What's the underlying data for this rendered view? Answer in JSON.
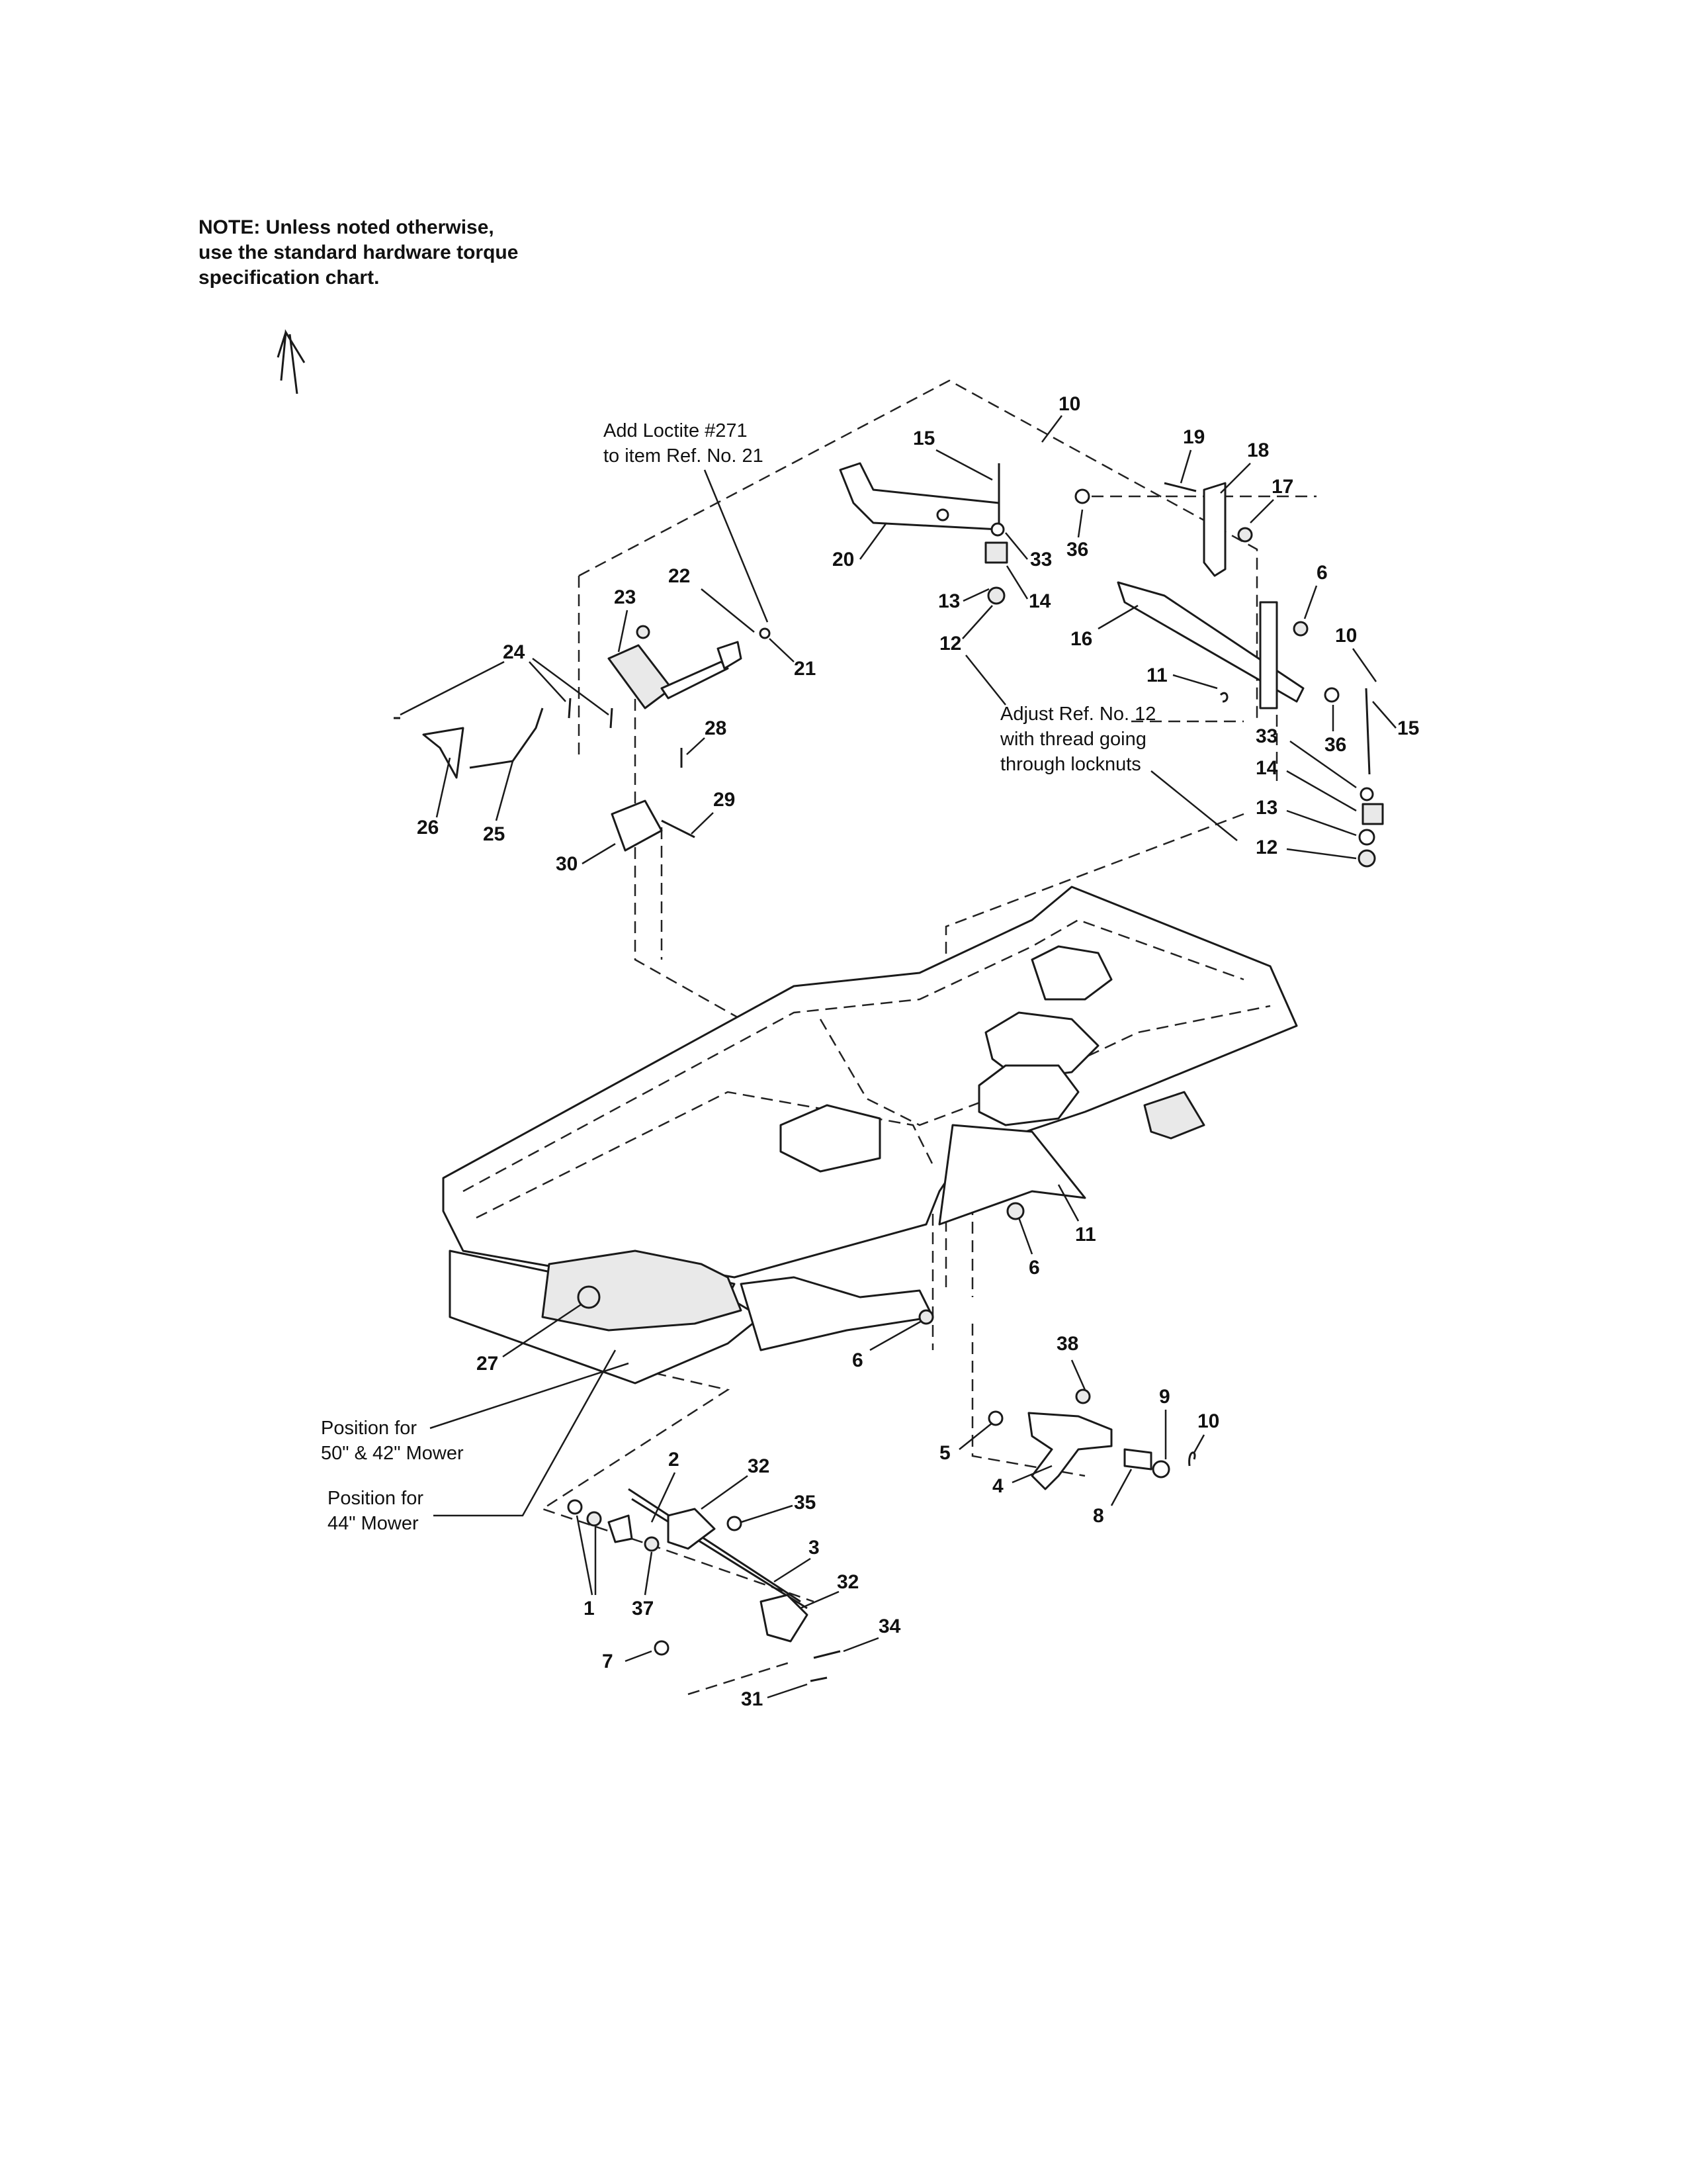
{
  "note": {
    "lines": [
      "NOTE: Unless noted otherwise,",
      "use the standard hardware torque",
      "specification chart."
    ]
  },
  "annotations": {
    "loctite": [
      "Add Loctite #271",
      "to item Ref. No. 21"
    ],
    "adjust": [
      "Adjust Ref. No. 12",
      "with thread going",
      "through locknuts"
    ],
    "position_50_42": [
      "Position for",
      "50\" & 42\" Mower"
    ],
    "position_44": [
      "Position for",
      "44\" Mower"
    ]
  },
  "callouts": {
    "c10a": "10",
    "c15a": "15",
    "c19": "19",
    "c18": "18",
    "c17": "17",
    "c20": "20",
    "c33a": "33",
    "c36a": "36",
    "c13a": "13",
    "c14a": "14",
    "c12a": "12",
    "c6a": "6",
    "c10b": "10",
    "c16": "16",
    "c11a": "11",
    "c15b": "15",
    "c33b": "33",
    "c36b": "36",
    "c14b": "14",
    "c13b": "13",
    "c12b": "12",
    "c22": "22",
    "c23": "23",
    "c21": "21",
    "c24": "24",
    "c28": "28",
    "c29": "29",
    "c26": "26",
    "c25": "25",
    "c30": "30",
    "c11b": "11",
    "c6b": "6",
    "c6c": "6",
    "c27": "27",
    "c38": "38",
    "c9": "9",
    "c10c": "10",
    "c5": "5",
    "c4": "4",
    "c8": "8",
    "c2": "2",
    "c32a": "32",
    "c35": "35",
    "c3": "3",
    "c32b": "32",
    "c1": "1",
    "c37": "37",
    "c34": "34",
    "c7": "7",
    "c31": "31"
  },
  "icons": {
    "north_arrow": "north-arrow-icon"
  }
}
